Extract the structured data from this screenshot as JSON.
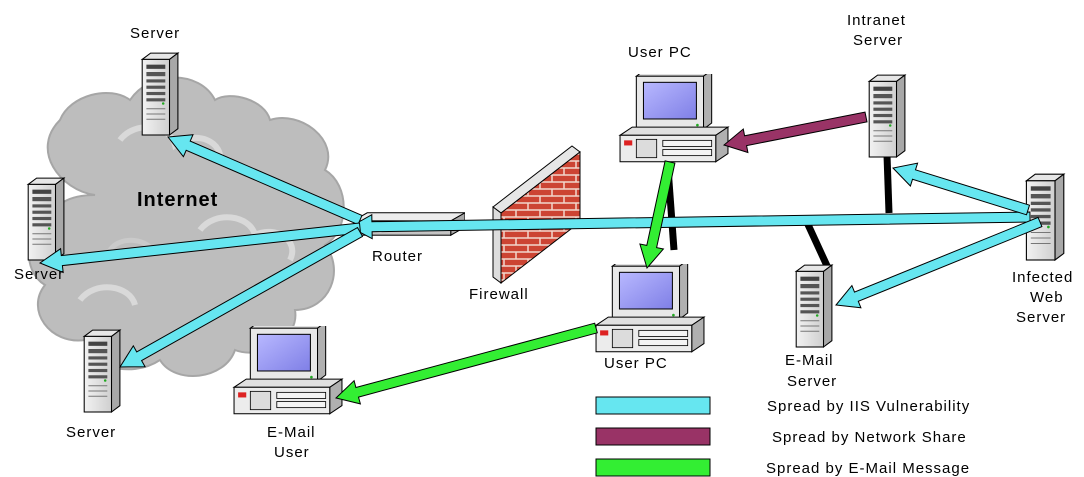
{
  "nodes": {
    "server_top": {
      "label": "Server"
    },
    "server_left": {
      "label": "Server"
    },
    "server_bottom": {
      "label": "Server"
    },
    "internet": {
      "label": "Internet"
    },
    "router": {
      "label": "Router"
    },
    "firewall": {
      "label": "Firewall"
    },
    "user_pc_top": {
      "label": "User PC"
    },
    "user_pc_mid": {
      "label": "User PC"
    },
    "intranet_server": {
      "label_line1": "Intranet",
      "label_line2": "Server"
    },
    "email_server": {
      "label_line1": "E-Mail",
      "label_line2": "Server"
    },
    "infected_web_server": {
      "label_line1": "Infected",
      "label_line2": "Web",
      "label_line3": "Server"
    },
    "email_user": {
      "label_line1": "E-Mail",
      "label_line2": "User"
    }
  },
  "legend": [
    {
      "label": "Spread by IIS Vulnerability",
      "color": "#66e6f0"
    },
    {
      "label": "Spread by Network Share",
      "color": "#993366"
    },
    {
      "label": "Spread by E-Mail Message",
      "color": "#33ee33"
    }
  ],
  "colors": {
    "iis": "#66e6f0",
    "share": "#993366",
    "email": "#33ee33",
    "wire": "#000000",
    "cloud": "#bdbdbd",
    "brick": "#cc4433"
  }
}
